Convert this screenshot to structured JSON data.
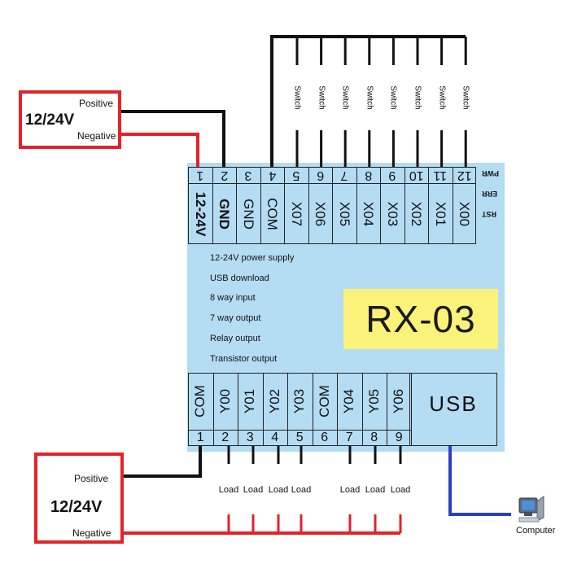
{
  "power_top": {
    "positive": "Positive",
    "voltage": "12/24V",
    "negative": "Negative"
  },
  "power_bottom": {
    "positive": "Positive",
    "voltage": "12/24V",
    "negative": "Negative"
  },
  "top_pin_numbers": [
    "1",
    "2",
    "3",
    "4",
    "5",
    "6",
    "7",
    "8",
    "9",
    "10",
    "11",
    "12"
  ],
  "top_terminals": [
    "12-24V",
    "GND",
    "GND",
    "COM",
    "X07",
    "X06",
    "X05",
    "X04",
    "X03",
    "X02",
    "X01",
    "X00"
  ],
  "side_leds": [
    "PWR",
    "ERR",
    "RST"
  ],
  "switches": [
    "Switch",
    "Switch",
    "Switch",
    "Switch",
    "Switch",
    "Switch",
    "Switch",
    "Switch"
  ],
  "features": [
    "12-24V power supply",
    "USB download",
    "8 way input",
    "7 way output",
    "Relay output",
    "Transistor output"
  ],
  "model": "RX-03",
  "bottom_terminals": [
    "COM",
    "Y00",
    "Y01",
    "Y02",
    "Y03",
    "COM",
    "Y04",
    "Y05",
    "Y06"
  ],
  "bottom_pin_numbers": [
    "1",
    "2",
    "3",
    "4",
    "5",
    "6",
    "7",
    "8",
    "9"
  ],
  "usb_label": "USB",
  "loads": [
    "Load",
    "Load",
    "Load",
    "Load",
    "Load",
    "Load",
    "Load"
  ],
  "computer_label": "Computer",
  "colors": {
    "board": "#b4dcf3",
    "highlight": "#fbf27a",
    "power_wire": "#e3222a",
    "usb_wire": "#2b3fc4",
    "wire": "#111111"
  }
}
